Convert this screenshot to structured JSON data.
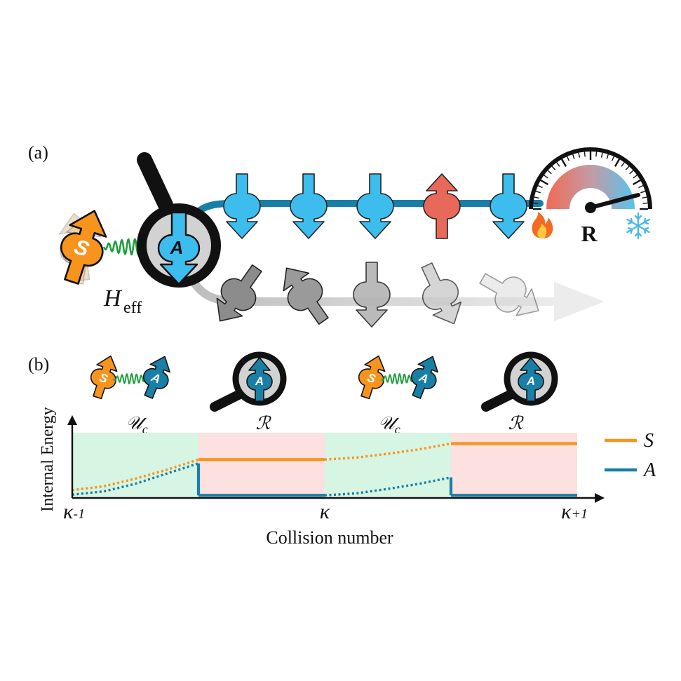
{
  "panel_a": {
    "label": "(a)",
    "system_letter": "S",
    "ancilla_letter": "A",
    "hamiltonian_main": "H",
    "hamiltonian_sub": "eff",
    "reservoir_letter": "R",
    "ancilla_row_top": [
      "down",
      "down",
      "down",
      "up",
      "down"
    ],
    "colors": {
      "system": "#f7941d",
      "ancilla_fresh": "#3cbdee",
      "ancilla_measured": "#1a7fa6",
      "excited": "#e8685a",
      "track": "#1a7fa6",
      "coupling": "#1e9e3c",
      "hot": "#f06a55",
      "cold": "#58c3ee"
    }
  },
  "panel_b": {
    "label": "(b)",
    "stage_labels": [
      "𝒰",
      "ℛ",
      "𝒰",
      "ℛ"
    ],
    "stage_subscript": "c",
    "ylabel": "Internal Energy",
    "xlabel": "Collision number",
    "x_ticks": [
      {
        "main": "κ",
        "suffix": "-1"
      },
      {
        "main": "κ",
        "suffix": ""
      },
      {
        "main": "κ",
        "suffix": "+1"
      }
    ],
    "legend": [
      {
        "name": "S",
        "color": "#f7941d"
      },
      {
        "name": "A",
        "color": "#1a7fa6"
      }
    ],
    "colors": {
      "unitary_bg": "#d6f5e3",
      "reset_bg": "#fde0e0"
    }
  },
  "chart_data": {
    "type": "line",
    "xlabel": "Collision number",
    "ylabel": "Internal Energy",
    "x_ticks": [
      "κ-1",
      "κ",
      "κ+1"
    ],
    "xlim": [
      0,
      4
    ],
    "ylim": [
      0,
      1
    ],
    "regions": [
      {
        "x": [
          0,
          1
        ],
        "stage": "𝒰c"
      },
      {
        "x": [
          1,
          2
        ],
        "stage": "ℛ"
      },
      {
        "x": [
          2,
          3
        ],
        "stage": "𝒰c"
      },
      {
        "x": [
          3,
          4
        ],
        "stage": "ℛ"
      }
    ],
    "series": [
      {
        "name": "S",
        "segments": [
          {
            "style": "dotted",
            "x": [
              0,
              0.25,
              0.5,
              0.75,
              1
            ],
            "y": [
              0.1,
              0.16,
              0.28,
              0.42,
              0.58
            ]
          },
          {
            "style": "solid",
            "x": [
              1,
              2
            ],
            "y": [
              0.58,
              0.58
            ]
          },
          {
            "style": "dotted",
            "x": [
              2,
              2.25,
              2.5,
              2.75,
              3
            ],
            "y": [
              0.58,
              0.61,
              0.67,
              0.74,
              0.83
            ]
          },
          {
            "style": "solid",
            "x": [
              3,
              4
            ],
            "y": [
              0.83,
              0.83
            ]
          }
        ]
      },
      {
        "name": "A",
        "segments": [
          {
            "style": "dotted",
            "x": [
              0,
              0.25,
              0.5,
              0.75,
              1
            ],
            "y": [
              0.03,
              0.08,
              0.2,
              0.36,
              0.52
            ]
          },
          {
            "style": "solid",
            "x": [
              1,
              1
            ],
            "y": [
              0.52,
              0.02
            ]
          },
          {
            "style": "solid",
            "x": [
              1,
              2
            ],
            "y": [
              0.02,
              0.02
            ]
          },
          {
            "style": "dotted",
            "x": [
              2,
              2.25,
              2.5,
              2.75,
              3
            ],
            "y": [
              0.02,
              0.05,
              0.12,
              0.2,
              0.3
            ]
          },
          {
            "style": "solid",
            "x": [
              3,
              3
            ],
            "y": [
              0.3,
              0.02
            ]
          },
          {
            "style": "solid",
            "x": [
              3,
              4
            ],
            "y": [
              0.02,
              0.02
            ]
          }
        ]
      }
    ]
  }
}
